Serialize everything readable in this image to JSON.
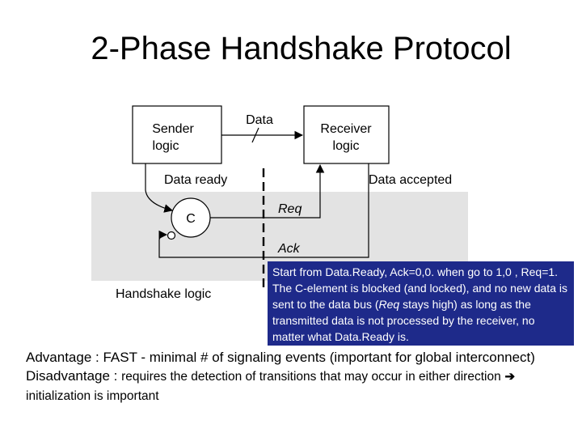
{
  "slide": {
    "title": "2-Phase Handshake Protocol"
  },
  "diagram": {
    "sender_label_1": "Sender",
    "sender_label_2": "logic",
    "receiver_label_1": "Receiver",
    "receiver_label_2": "logic",
    "data_label": "Data",
    "data_ready_label": "Data ready",
    "data_accepted_label": "Data accepted",
    "c_element_label": "C",
    "req_label": "Req",
    "ack_label": "Ack",
    "handshake_logic_label": "Handshake logic",
    "colors": {
      "shaded_region": "#e3e3e3",
      "callout_bg": "#1e2a8a"
    }
  },
  "callout": {
    "part1": "Start from Data.Ready, Ack=0,0. when go to 1,0 , Req=1. The C-element is blocked (and locked), and no new data is sent to the data bus (",
    "req_italic": "Req",
    "part2": " stays high) as long as the transmitted data is not processed by the receiver, no matter what Data.Ready is."
  },
  "notes": {
    "advantage": "Advantage : FAST - minimal # of signaling events (important for global interconnect)",
    "disadvantage_prefix": "Disadvantage : ",
    "disadvantage_text": "requires the detection of transitions that may occur in either direction",
    "arrow_icon": "right-arrow-icon",
    "conclusion": " initialization is important"
  }
}
